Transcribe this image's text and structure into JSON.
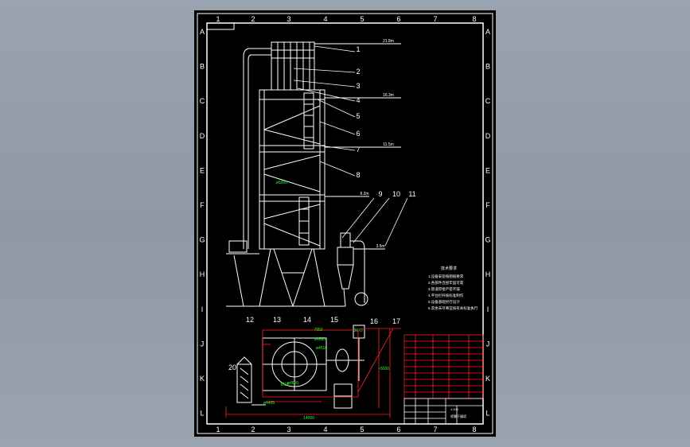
{
  "drawing": {
    "column_labels": [
      "1",
      "2",
      "3",
      "4",
      "5",
      "6",
      "7",
      "8"
    ],
    "row_labels": [
      "A",
      "B",
      "C",
      "D",
      "E",
      "F",
      "G",
      "H",
      "I",
      "J",
      "K",
      "L"
    ],
    "part_numbers": [
      "1",
      "2",
      "3",
      "4",
      "5",
      "6",
      "7",
      "8",
      "9",
      "10",
      "11",
      "12",
      "13",
      "14",
      "15",
      "16",
      "17",
      "20"
    ],
    "elevations": [
      "21.8m",
      "16.3m",
      "11.5m",
      "8.2m",
      "3.5m"
    ],
    "plan_dimensions": [
      "ø4660",
      "ø4510",
      "6500",
      "7950",
      "3670",
      "ø4465",
      "14000",
      "~5000",
      "ø5000",
      "ø4600"
    ],
    "notes_title": "技术要求",
    "notes": [
      "1.设备安装按图纸要求",
      "2.各部件连接牢固可靠",
      "3.管道焊接严密不漏",
      "4.平台栏杆按标准制作",
      "5.设备基础另行设计",
      "6.其余未尽事宜按有关标准执行"
    ],
    "title_block": {
      "drawing_title": "喷雾干燥塔",
      "scale": "1:100"
    },
    "colors": {
      "sheet": "#000000",
      "lines": "#ffffff",
      "dimension": "#ff2020",
      "dimension_text": "#22ff22",
      "title_block": "#ff2020",
      "background": "#9aa3b0"
    }
  }
}
